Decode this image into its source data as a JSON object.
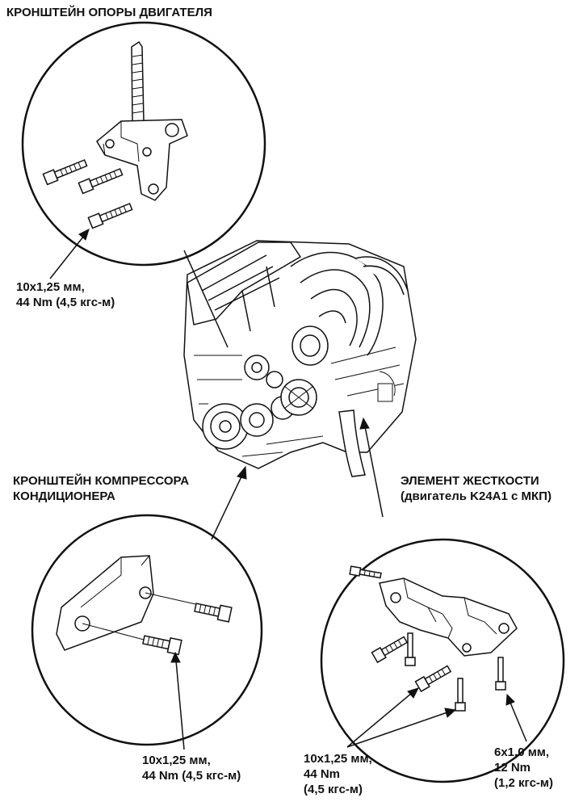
{
  "labels": {
    "engine_mount_bracket": "КРОНШТЕЙН ОПОРЫ ДВИГАТЕЛЯ",
    "engine_mount_spec": [
      "10x1,25 мм,",
      "44 Nm (4,5 кгс-м)"
    ],
    "ac_bracket_title": [
      "КРОНШТЕЙН КОМПРЕССОРА",
      "КОНДИЦИОНЕРА"
    ],
    "ac_bracket_spec": [
      "10x1,25 мм,",
      "44 Nm (4,5 кгс-м)"
    ],
    "stiffener_title": [
      "ЭЛЕМЕНТ ЖЕСТКОСТИ",
      "(двигатель K24A1 с МКП)"
    ],
    "stiffener_spec_large": [
      "10x1,25 мм,",
      "44 Nm",
      "(4,5 кгс-м)"
    ],
    "stiffener_spec_small": [
      "6x1,0 мм,",
      "12 Nm",
      "(1,2 кгс-м)"
    ]
  },
  "colors": {
    "ink": "#111111",
    "paper": "#ffffff"
  }
}
